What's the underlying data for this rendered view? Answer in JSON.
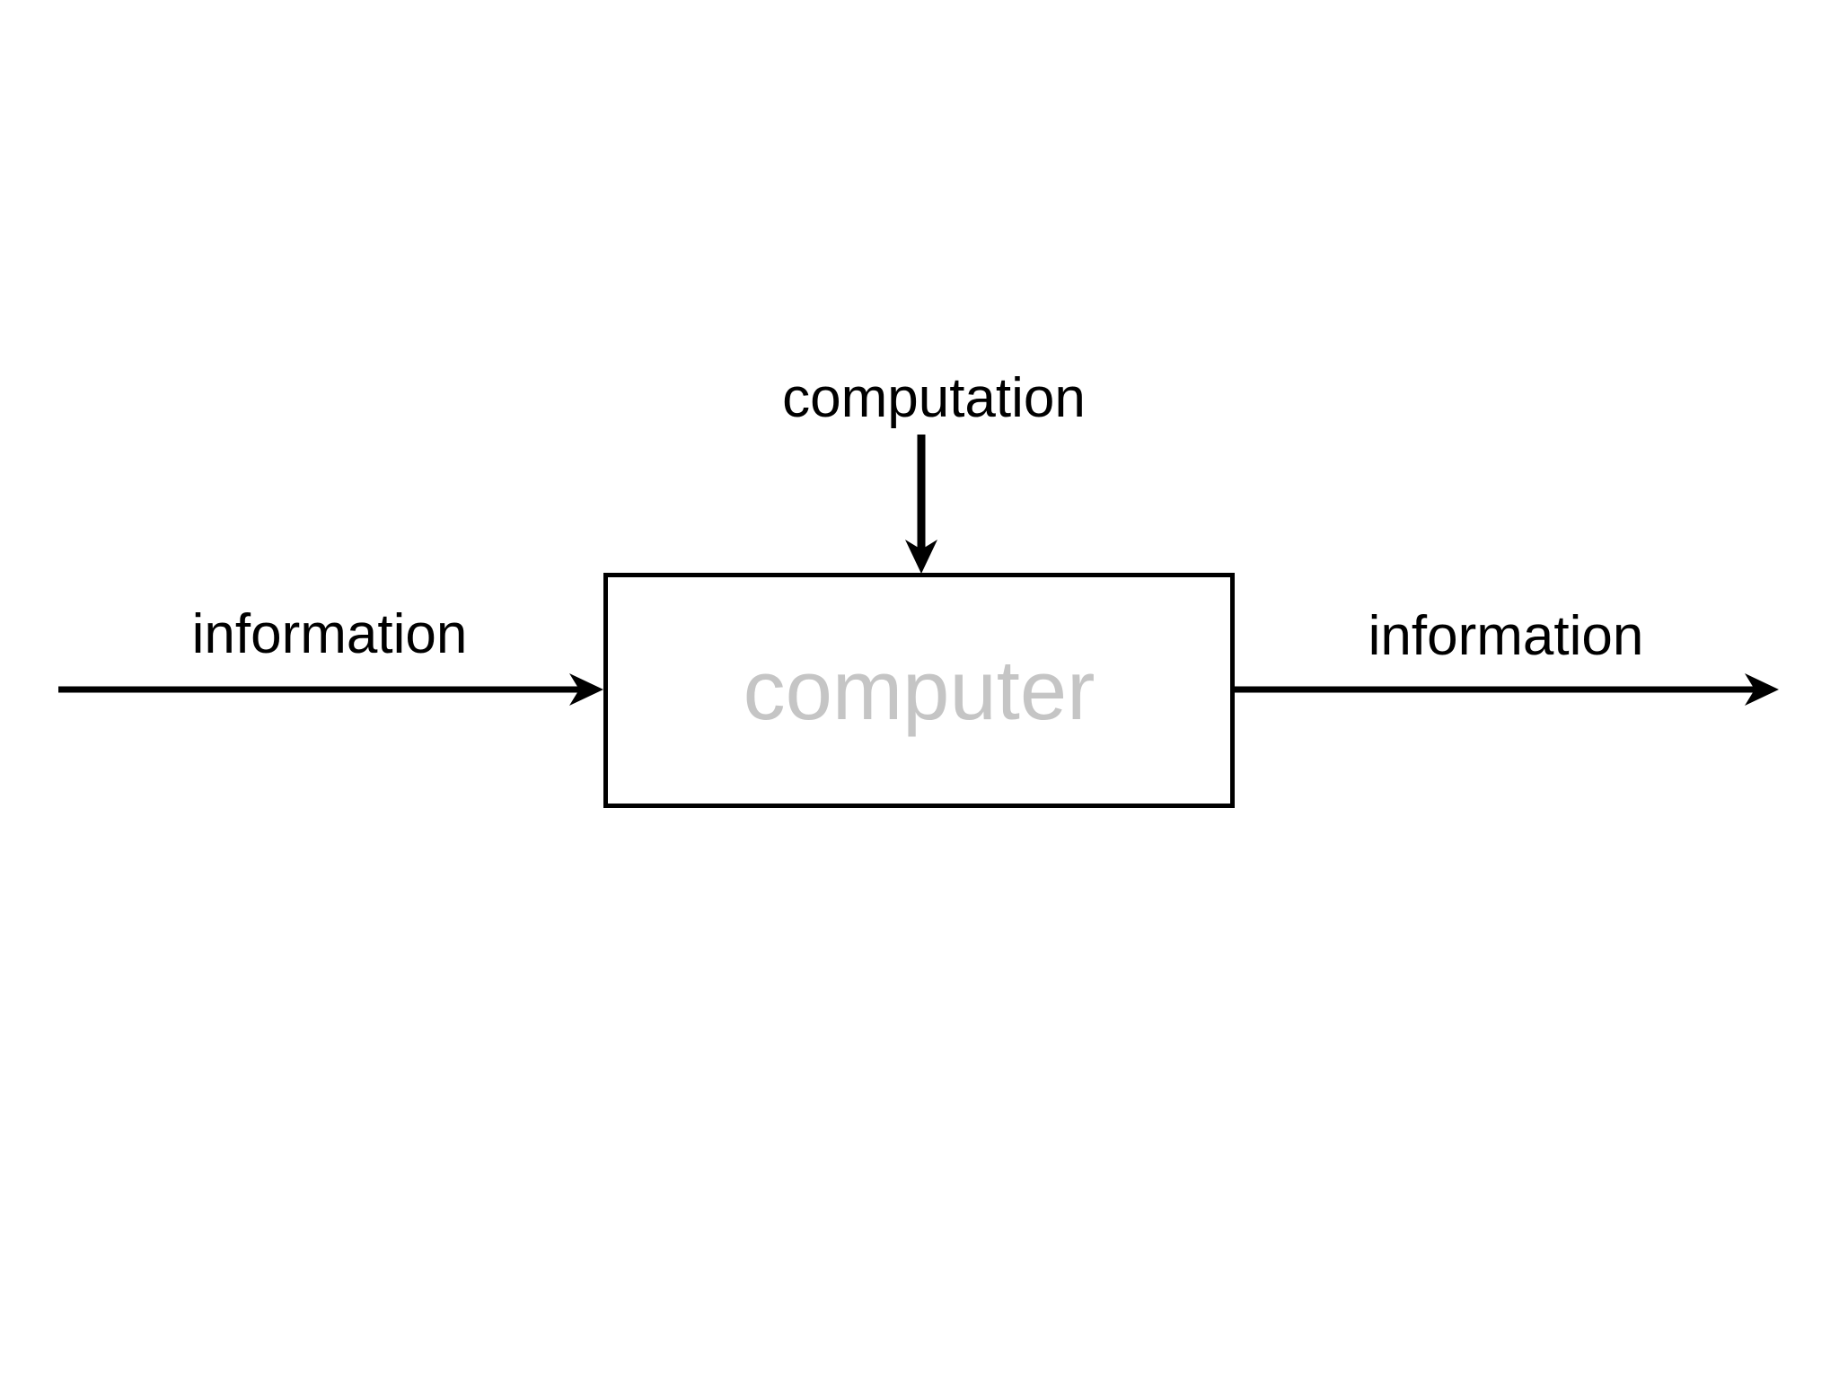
{
  "diagram": {
    "type": "block-diagram",
    "box": {
      "label": "computer"
    },
    "labels": {
      "computation": "computation",
      "input_information": "information",
      "output_information": "information"
    },
    "arrows": {
      "input": {
        "label": "information",
        "direction": "right",
        "from": "left-edge",
        "to": "computer-box"
      },
      "computation": {
        "label": "computation",
        "direction": "down",
        "from": "top",
        "to": "computer-box"
      },
      "output": {
        "label": "information",
        "direction": "right",
        "from": "computer-box",
        "to": "right-edge"
      }
    },
    "colors": {
      "background": "#ffffff",
      "stroke": "#000000",
      "box_border": "#000000",
      "box_label": "#c5c5c5"
    }
  }
}
